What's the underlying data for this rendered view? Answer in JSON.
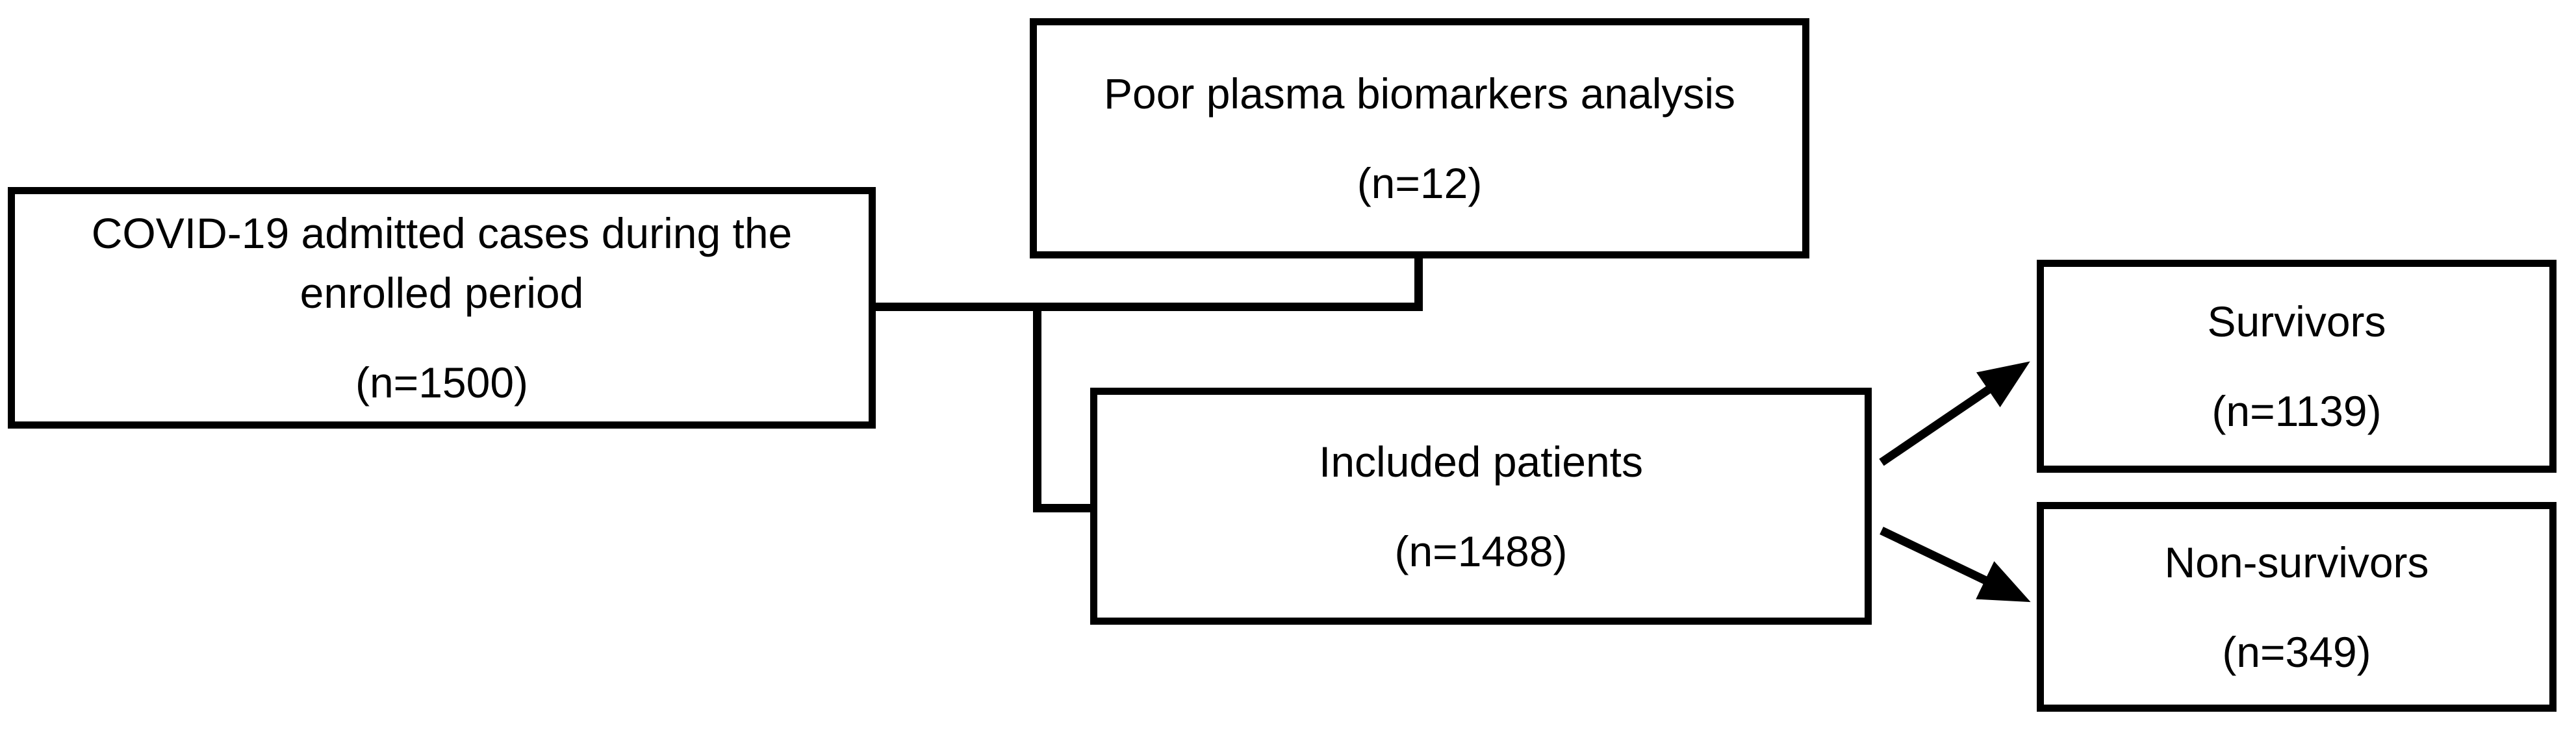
{
  "diagram": {
    "title": "COVID-19 patient enrollment flow",
    "background_color": "#ffffff",
    "line_color": "#000000",
    "boxes": [
      {
        "id": "admitted",
        "label": "COVID-19 admitted cases during the\nenrolled period",
        "count": "(n=1500)"
      },
      {
        "id": "excluded",
        "label": "Poor plasma biomarkers analysis",
        "count": "(n=12)"
      },
      {
        "id": "included",
        "label": "Included patients",
        "count": "(n=1488)"
      },
      {
        "id": "survivors",
        "label": "Survivors",
        "count": "(n=1139)"
      },
      {
        "id": "non_survivors",
        "label": "Non-survivors",
        "count": "(n=349)"
      }
    ],
    "edges": [
      {
        "from": "admitted",
        "to": "excluded",
        "style": "elbow-line"
      },
      {
        "from": "admitted",
        "to": "included",
        "style": "elbow-line"
      },
      {
        "from": "included",
        "to": "survivors",
        "style": "arrow"
      },
      {
        "from": "included",
        "to": "non_survivors",
        "style": "arrow"
      }
    ]
  }
}
